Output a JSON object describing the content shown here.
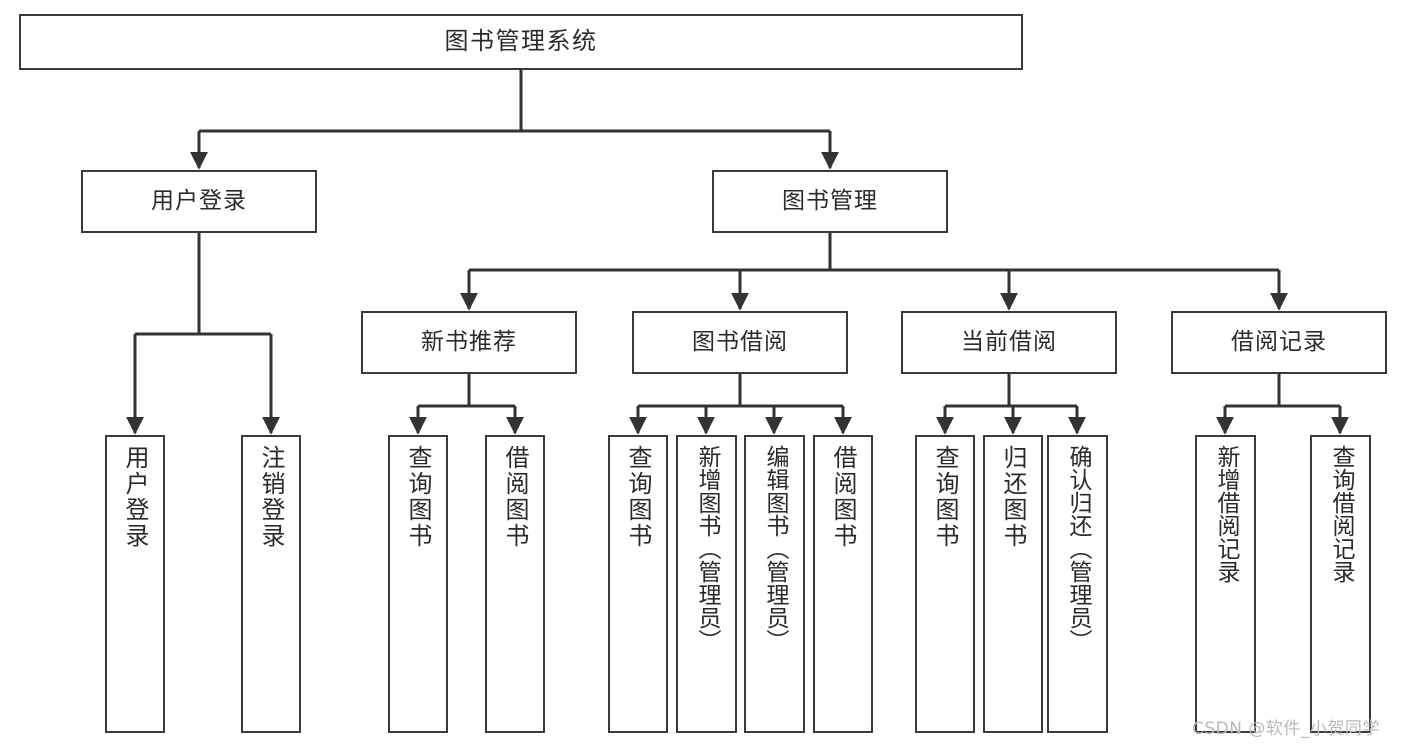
{
  "diagram": {
    "title": "图书管理系统",
    "type": "functional-structure-tree",
    "background_color": "#ffffff",
    "border_color": "#3a3a3a",
    "text_color": "#2b2b2b"
  },
  "nodes": {
    "root": {
      "label": "图书管理系统"
    },
    "level1": [
      {
        "id": "user-login",
        "label": "用户登录"
      },
      {
        "id": "book-management",
        "label": "图书管理"
      }
    ],
    "level2": [
      {
        "id": "new-book-recommend",
        "label": "新书推荐"
      },
      {
        "id": "book-borrow",
        "label": "图书借阅"
      },
      {
        "id": "current-borrow",
        "label": "当前借阅"
      },
      {
        "id": "borrow-record",
        "label": "借阅记录"
      }
    ],
    "leaves": {
      "user-login": [
        {
          "id": "leaf-user-login",
          "label": "用户登录"
        },
        {
          "id": "leaf-user-logout",
          "label": "注销登录"
        }
      ],
      "new-book-recommend": [
        {
          "id": "leaf-query-book-1",
          "label": "查询图书"
        },
        {
          "id": "leaf-borrow-book-1",
          "label": "借阅图书"
        }
      ],
      "book-borrow": [
        {
          "id": "leaf-query-book-2",
          "label": "查询图书"
        },
        {
          "id": "leaf-add-book",
          "label": "新增图书（管理员）"
        },
        {
          "id": "leaf-edit-book",
          "label": "编辑图书（管理员）"
        },
        {
          "id": "leaf-borrow-book-2",
          "label": "借阅图书"
        }
      ],
      "current-borrow": [
        {
          "id": "leaf-query-book-3",
          "label": "查询图书"
        },
        {
          "id": "leaf-return-book",
          "label": "归还图书"
        },
        {
          "id": "leaf-confirm-return",
          "label": "确认归还（管理员）"
        }
      ],
      "borrow-record": [
        {
          "id": "leaf-add-record",
          "label": "新增借阅记录"
        },
        {
          "id": "leaf-query-record",
          "label": "查询借阅记录"
        }
      ]
    }
  },
  "watermark": {
    "text": "CSDN @软件_小贺同学",
    "color": "#b9b9b9"
  }
}
